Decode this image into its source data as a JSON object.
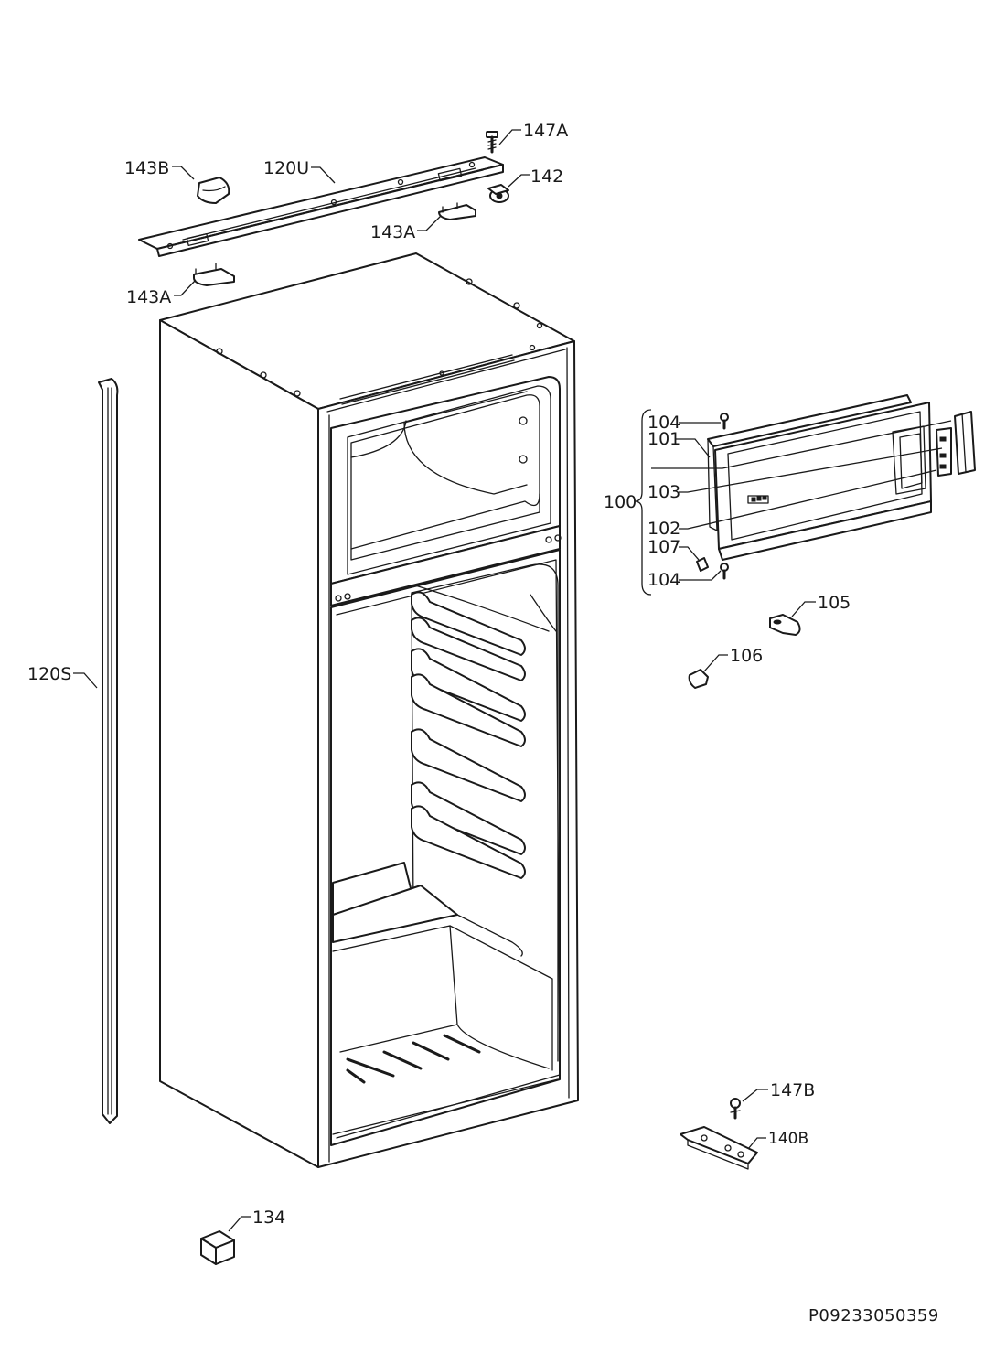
{
  "labels": {
    "p147A": "147A",
    "p143B": "143B",
    "p120U": "120U",
    "p142": "142",
    "p143A_top": "143A",
    "p143A_bottom": "143A",
    "p104_top": "104",
    "p101": "101",
    "p103": "103",
    "p100": "100",
    "p102": "102",
    "p107": "107",
    "p104_bottom": "104",
    "p105": "105",
    "p106": "106",
    "p120S": "120S",
    "p147B": "147B",
    "p140B": "140B",
    "p134": "134"
  },
  "document_id": "P09233050359"
}
